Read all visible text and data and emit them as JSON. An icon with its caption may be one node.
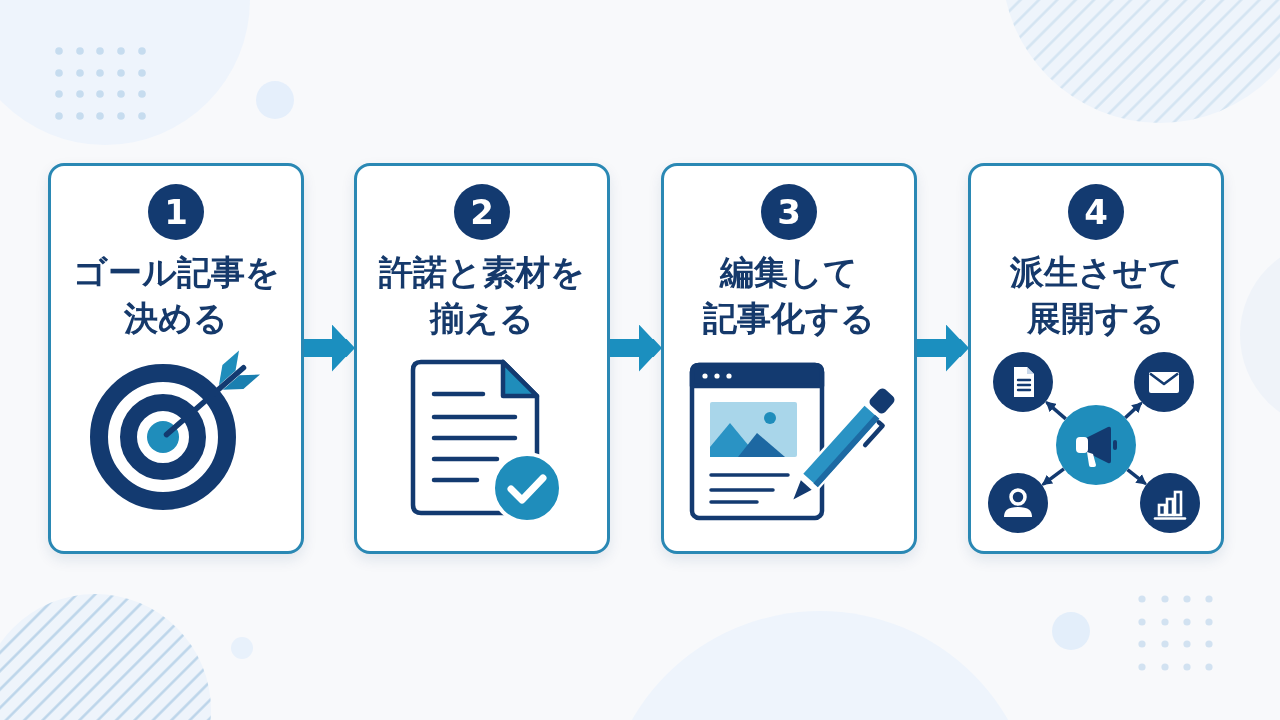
{
  "diagram": {
    "nodes": [
      {
        "text": [
          "ゴール記事を決める"
        ]
      },
      {
        "text": [
          "1"
        ],
        "in": 0
      },
      {
        "text": [
          "許諾と素材を揃える"
        ]
      },
      {
        "text": [
          "2"
        ],
        "in": 2
      },
      {
        "text": [
          "編集して記事化する"
        ]
      },
      {
        "text": [
          "3"
        ],
        "in": 4
      },
      {
        "text": [
          "派生させて展開する"
        ]
      },
      {
        "text": [
          "4"
        ],
        "in": 6
      },
      {
        "text": [],
        "shape": "circle",
        "in": 6
      },
      {
        "text": [],
        "shape": "circle",
        "in": 6
      },
      {
        "text": [],
        "shape": "circle",
        "in": 6
      },
      {
        "text": [],
        "shape": "circle",
        "in": 6
      },
      {
        "text": [],
        "shape": "circle",
        "in": 6
      }
    ],
    "edges": [
      {
        "from": 0,
        "to": 2,
        "arrow": "to",
        "style": "thick",
        "color": "#1b8fbf"
      },
      {
        "from": 2,
        "to": 4,
        "arrow": "to",
        "style": "thick",
        "color": "#1b8fbf"
      },
      {
        "from": 4,
        "to": 6,
        "arrow": "to",
        "style": "thick",
        "color": "#1b8fbf"
      },
      {
        "from": 10,
        "to": 8,
        "arrow": "to"
      },
      {
        "from": 10,
        "to": 9,
        "arrow": "to"
      },
      {
        "from": 10,
        "to": 11,
        "arrow": "to"
      },
      {
        "from": 10,
        "to": 12,
        "arrow": "to"
      }
    ]
  }
}
